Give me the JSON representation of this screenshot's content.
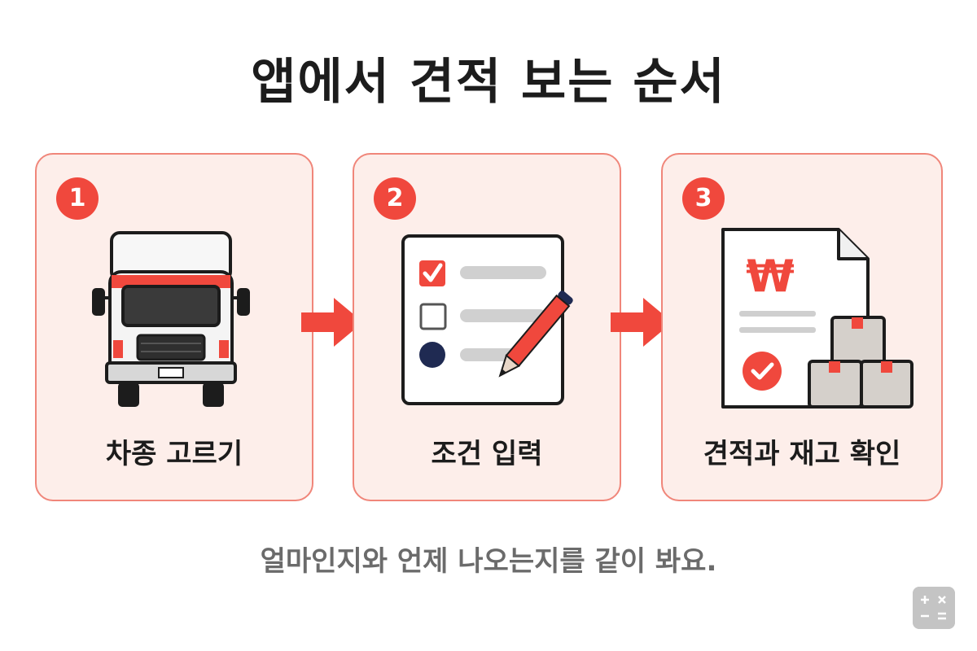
{
  "title": "앱에서 견적 보는 순서",
  "steps": [
    {
      "number": "1",
      "label": "차종 고르기",
      "icon": "truck-icon"
    },
    {
      "number": "2",
      "label": "조건 입력",
      "icon": "checklist-icon"
    },
    {
      "number": "3",
      "label": "견적과 재고 확인",
      "icon": "quote-document-icon"
    }
  ],
  "quote_symbol": "₩",
  "caption": "얼마인지와 언제 나오는지를 같이 봐요.",
  "colors": {
    "accent": "#f0483d",
    "card_background": "#fdeeea",
    "card_border": "#f0867a",
    "navy": "#1f2a52"
  }
}
